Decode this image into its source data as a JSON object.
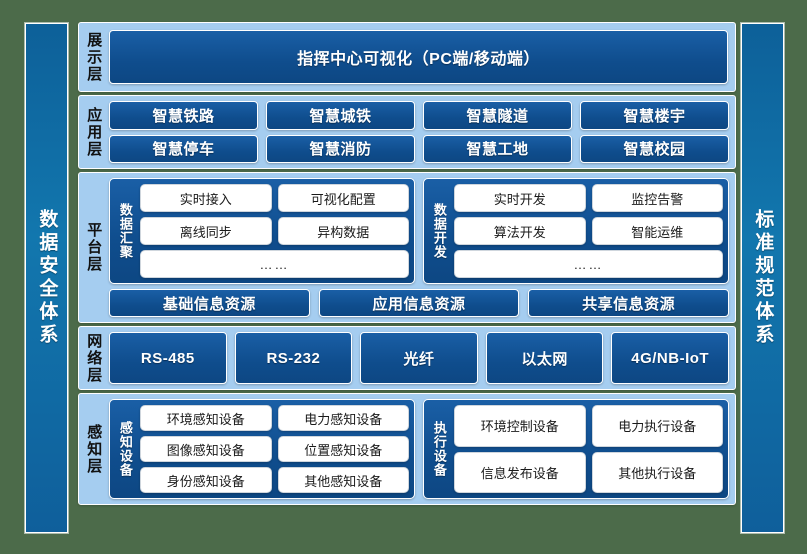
{
  "pillars": {
    "left": {
      "label": "数据安全体系"
    },
    "right": {
      "label": "标准规范体系"
    }
  },
  "layers": {
    "display": {
      "label": "展示层",
      "items": [
        "指挥中心可视化（PC端/移动端）"
      ]
    },
    "application": {
      "label": "应用层",
      "row1": [
        "智慧铁路",
        "智慧城铁",
        "智慧隧道",
        "智慧楼宇"
      ],
      "row2": [
        "智慧停车",
        "智慧消防",
        "智慧工地",
        "智慧校园"
      ]
    },
    "platform": {
      "label": "平台层",
      "groups": [
        {
          "label": "数据汇聚",
          "row1": [
            "实时接入",
            "可视化配置"
          ],
          "row2": [
            "离线同步",
            "异构数据"
          ],
          "row3": [
            "……"
          ]
        },
        {
          "label": "数据开发",
          "row1": [
            "实时开发",
            "监控告警"
          ],
          "row2": [
            "算法开发",
            "智能运维"
          ],
          "row3": [
            "……"
          ]
        }
      ],
      "resources": [
        "基础信息资源",
        "应用信息资源",
        "共享信息资源"
      ]
    },
    "network": {
      "label": "网络层",
      "items": [
        "RS-485",
        "RS-232",
        "光纤",
        "以太网",
        "4G/NB-IoT"
      ]
    },
    "sensing": {
      "label": "感知层",
      "groups": [
        {
          "label": "感知设备",
          "row1": [
            "环境感知设备",
            "电力感知设备"
          ],
          "row2": [
            "图像感知设备",
            "位置感知设备"
          ],
          "row3": [
            "身份感知设备",
            "其他感知设备"
          ]
        },
        {
          "label": "执行设备",
          "row1": [
            "环境控制设备",
            "电力执行设备"
          ],
          "row2": [
            "信息发布设备",
            "其他执行设备"
          ]
        }
      ]
    }
  },
  "colors": {
    "canvas_background": "#4c6b4a",
    "band_background": "#a5cdf0",
    "chip_blue": "#0f4d8d",
    "pillar_blue": "#1277ae",
    "chip_white": "#ffffff"
  }
}
